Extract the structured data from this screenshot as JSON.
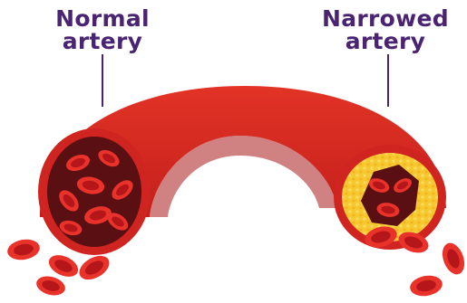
{
  "labels": {
    "normal": {
      "line1": "Normal",
      "line2": "artery"
    },
    "narrowed": {
      "line1": "Narrowed",
      "line2": "artery"
    }
  },
  "colors": {
    "label": "#4a2473",
    "artery_outer": "#d62a22",
    "artery_inner": "#b01d1a",
    "lumen": "#5a0f12",
    "plaque": "#f5c22e",
    "blood_cell": "#e02a25"
  }
}
